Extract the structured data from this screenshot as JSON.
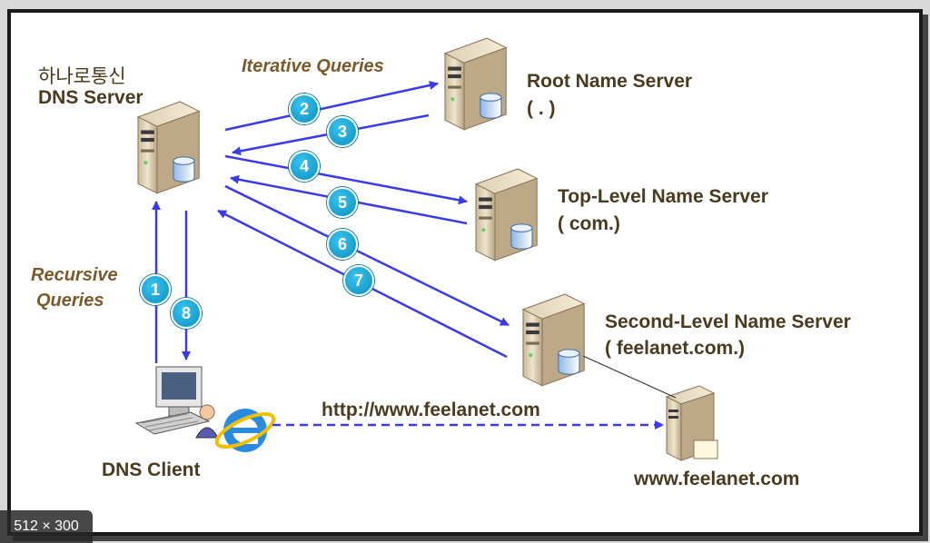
{
  "labels": {
    "dns_server_korean": "하나로통신",
    "dns_server": "DNS Server",
    "iterative": "Iterative Queries",
    "recursive_line1": "Recursive",
    "recursive_line2": "Queries",
    "root_name": "Root Name Server",
    "root_zone": "( . )",
    "tld_name": "Top-Level Name Server",
    "tld_zone": "( com.)",
    "sld_name": "Second-Level Name Server",
    "sld_zone": "( feelanet.com.)",
    "client": "DNS Client",
    "url": "http://www.feelanet.com",
    "web_host": "www.feelanet.com"
  },
  "steps": [
    "1",
    "2",
    "3",
    "4",
    "5",
    "6",
    "7",
    "8"
  ],
  "badge": "512 × 300",
  "colors": {
    "arrow": "#3a3ae6",
    "badge": "#1aa6d8",
    "label": "#4a3a1e",
    "italic": "#7a5a2a"
  }
}
